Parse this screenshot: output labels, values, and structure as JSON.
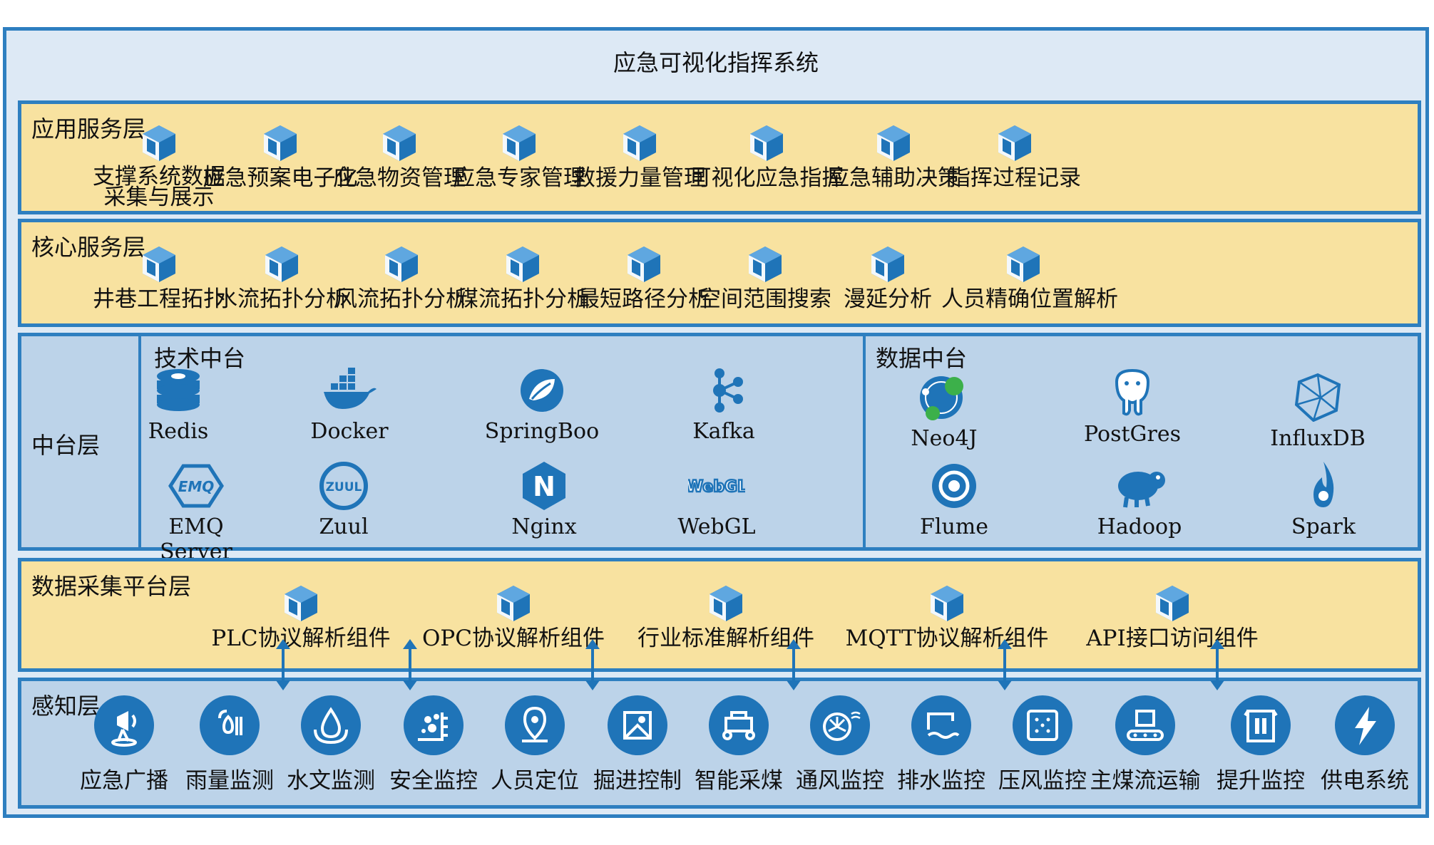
{
  "system_title": "应急可视化指挥系统",
  "colors": {
    "border": "#2e7fc0",
    "yellow": "#f8e2a0",
    "blue_panel": "#bcd3e9",
    "outer": "#dde9f5",
    "icon": "#1f74b8"
  },
  "app_layer": {
    "title": "应用服务层",
    "items": [
      {
        "label": "支撑系统数据\n采集与展示",
        "icon": "cube-icon"
      },
      {
        "label": "应急预案电子化",
        "icon": "cube-icon"
      },
      {
        "label": "应急物资管理",
        "icon": "cube-icon"
      },
      {
        "label": "应急专家管理",
        "icon": "cube-icon"
      },
      {
        "label": "救援力量管理",
        "icon": "cube-icon"
      },
      {
        "label": "可视化应急指挥",
        "icon": "cube-icon"
      },
      {
        "label": "应急辅助决策",
        "icon": "cube-icon"
      },
      {
        "label": "指挥过程记录",
        "icon": "cube-icon"
      }
    ]
  },
  "core_layer": {
    "title": "核心服务层",
    "items": [
      {
        "label": "井巷工程拓扑",
        "icon": "cube-icon"
      },
      {
        "label": "水流拓扑分析",
        "icon": "cube-icon"
      },
      {
        "label": "风流拓扑分析",
        "icon": "cube-icon"
      },
      {
        "label": "煤流拓扑分析",
        "icon": "cube-icon"
      },
      {
        "label": "最短路径分析",
        "icon": "cube-icon"
      },
      {
        "label": "空间范围搜索",
        "icon": "cube-icon"
      },
      {
        "label": "漫延分析",
        "icon": "cube-icon"
      },
      {
        "label": "人员精确位置解析",
        "icon": "cube-icon"
      }
    ]
  },
  "middle_layer": {
    "title": "中台层",
    "tech_title": "技术中台",
    "tech_items": [
      {
        "label": "Redis",
        "icon": "redis-icon"
      },
      {
        "label": "Docker",
        "icon": "docker-icon"
      },
      {
        "label": "SpringBoo",
        "icon": "spring-icon"
      },
      {
        "label": "Kafka",
        "icon": "kafka-icon"
      },
      {
        "label": "EMQ Server",
        "icon": "emq-icon",
        "icon_text": "EMQ"
      },
      {
        "label": "Zuul",
        "icon": "zuul-icon",
        "icon_text": "ZUUL"
      },
      {
        "label": "Nginx",
        "icon": "nginx-icon",
        "icon_text": "N"
      },
      {
        "label": "WebGL",
        "icon": "webgl-icon",
        "icon_text": "WebGL"
      }
    ],
    "data_title": "数据中台",
    "data_items": [
      {
        "label": "Neo4J",
        "icon": "neo4j-icon"
      },
      {
        "label": "PostGres",
        "icon": "postgres-icon"
      },
      {
        "label": "InfluxDB",
        "icon": "influxdb-icon"
      },
      {
        "label": "Flume",
        "icon": "flume-icon"
      },
      {
        "label": "Hadoop",
        "icon": "hadoop-icon"
      },
      {
        "label": "Spark",
        "icon": "spark-icon"
      }
    ]
  },
  "collect_layer": {
    "title": "数据采集平台层",
    "items": [
      {
        "label": "PLC协议解析组件",
        "icon": "cube-icon"
      },
      {
        "label": "OPC协议解析组件",
        "icon": "cube-icon"
      },
      {
        "label": "行业标准解析组件",
        "icon": "cube-icon"
      },
      {
        "label": "MQTT协议解析组件",
        "icon": "cube-icon"
      },
      {
        "label": "API接口访问组件",
        "icon": "cube-icon"
      }
    ]
  },
  "perception_layer": {
    "title": "感知层",
    "items": [
      {
        "label": "应急广播",
        "icon": "broadcast-icon"
      },
      {
        "label": "雨量监测",
        "icon": "rain-icon"
      },
      {
        "label": "水文监测",
        "icon": "water-icon"
      },
      {
        "label": "安全监控",
        "icon": "safety-icon"
      },
      {
        "label": "人员定位",
        "icon": "location-pin-icon"
      },
      {
        "label": "掘进控制",
        "icon": "excavation-icon"
      },
      {
        "label": "智能采煤",
        "icon": "mining-icon"
      },
      {
        "label": "通风监控",
        "icon": "fan-icon"
      },
      {
        "label": "排水监控",
        "icon": "drainage-icon"
      },
      {
        "label": "压风监控",
        "icon": "compressor-icon"
      },
      {
        "label": "主煤流运输",
        "icon": "conveyor-icon"
      },
      {
        "label": "提升监控",
        "icon": "hoist-icon"
      },
      {
        "label": "供电系统",
        "icon": "lightning-icon"
      }
    ]
  }
}
